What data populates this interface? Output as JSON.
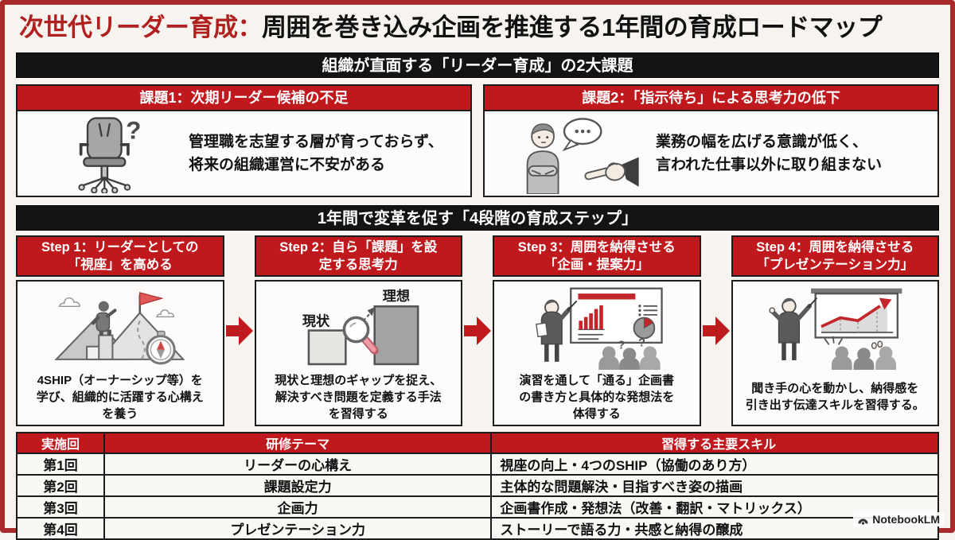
{
  "title": {
    "red": "次世代リーダー育成：",
    "black": "周囲を巻き込み企画を推進する1年間の育成ロードマップ"
  },
  "banner_problems": "組織が直面する「リーダー育成」の2大課題",
  "banner_steps": "1年間で変革を促す「4段階の育成ステップ」",
  "problems": [
    {
      "header": "課題1：次期リーダー候補の不足",
      "body_line1": "管理職を志望する層が育っておらず、",
      "body_line2": "将来の組織運営に不安がある",
      "icon": "empty-office-chair-with-question-mark"
    },
    {
      "header": "課題2：「指示待ち」による思考力の低下",
      "body_line1": "業務の幅を広げる意識が低く、",
      "body_line2": "言われた仕事以外に取り組まない",
      "icon": "arms-crossed-person-speech-bubble-pointing-hand"
    }
  ],
  "steps": [
    {
      "header_line1": "Step 1：リーダーとしての",
      "header_line2": "「視座」を高める",
      "body_lines": [
        "4SHIP（オーナーシップ等）を",
        "学び、組織的に活躍する心構え",
        "を養う"
      ],
      "icon": "climber-summit-flag-compass"
    },
    {
      "header_line1": "Step 2：自ら「課題」を設",
      "header_line2": "定する思考力",
      "body_lines": [
        "現状と理想のギャップを捉え、",
        "解決すべき問題を定義する手法",
        "を習得する"
      ],
      "icon": "current-vs-ideal-gap-magnifier",
      "icon_labels": {
        "current": "現状",
        "ideal": "理想"
      }
    },
    {
      "header_line1": "Step 3：周囲を納得させる",
      "header_line2": "「企画・提案力」",
      "body_lines": [
        "演習を通して「通る」企画書",
        "の書き方と具体的な発想法を",
        "体得する"
      ],
      "icon": "presenter-whiteboard-audience"
    },
    {
      "header_line1": "Step 4：周囲を納得させる",
      "header_line2": "「プレゼンテーション力」",
      "body_lines": [
        "聞き手の心を動かし、納得感を",
        "引き出す伝達スキルを習得する。"
      ],
      "icon": "presenter-growth-chart-applauding-audience"
    }
  ],
  "schedule_table": {
    "headers": [
      "実施回",
      "研修テーマ",
      "習得する主要スキル"
    ],
    "rows": [
      {
        "round": "第1回",
        "theme": "リーダーの心構え",
        "skills": "視座の向上・4つのSHIP（協働のあり方）"
      },
      {
        "round": "第2回",
        "theme": "課題設定力",
        "skills": "主体的な問題解決・目指すべき姿の描画"
      },
      {
        "round": "第3回",
        "theme": "企画力",
        "skills": "企画書作成・発想法（改善・翻訳・マトリックス）"
      },
      {
        "round": "第4回",
        "theme": "プレゼンテーション力",
        "skills": "ストーリーで語る力・共感と納得の醸成"
      }
    ]
  },
  "glyphs": {
    "question": "?"
  },
  "watermark": "NotebookLM",
  "colors": {
    "accent_red": "#bf1b1f",
    "header_red": "#c0191d",
    "banner_black": "#141414",
    "page_bg": "#f7f4ef",
    "border_red": "#a8292c"
  }
}
